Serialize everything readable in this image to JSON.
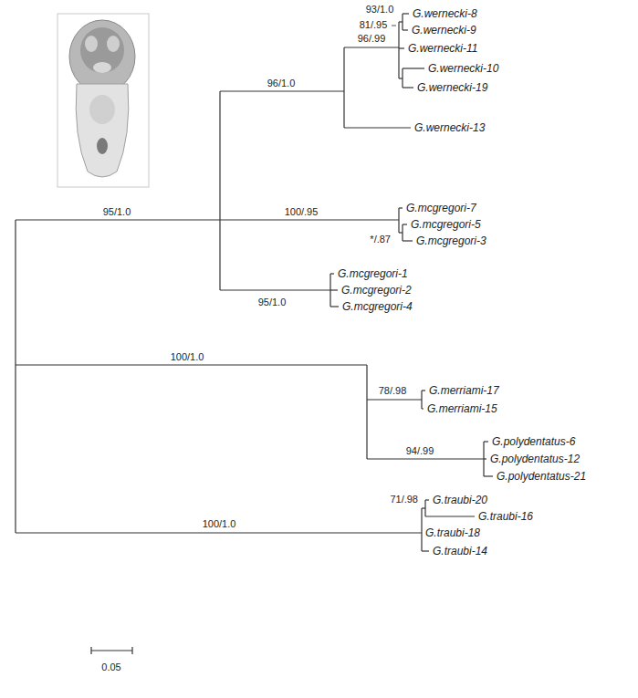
{
  "diagram": {
    "labels": [
      "93/1.0",
      "G.wernecki-8",
      "81/.95",
      "G.wernecki-9",
      "96/.99",
      "G.wernecki-11",
      "G.wernecki-10",
      "96/1.0",
      "G.wernecki-19",
      "G.wernecki-13",
      "95/1.0",
      "100/.95",
      "G.mcgregori-7",
      "G.mcgregori-5",
      "*/.87",
      "G.mcgregori-3",
      "G.mcgregori-1",
      "G.mcgregori-2",
      "95/1.0",
      "G.mcgregori-4",
      "100/1.0",
      "78/.98",
      "G.merriami-17",
      "G.merriami-15",
      "G.polydentatus-6",
      "94/.99",
      "G.polydentatus-12",
      "G.polydentatus-21",
      "71/.98",
      "G.traubi-20",
      "G.traubi-16",
      "100/1.0",
      "G.traubi-18",
      "G.traubi-14",
      "0.05"
    ]
  }
}
